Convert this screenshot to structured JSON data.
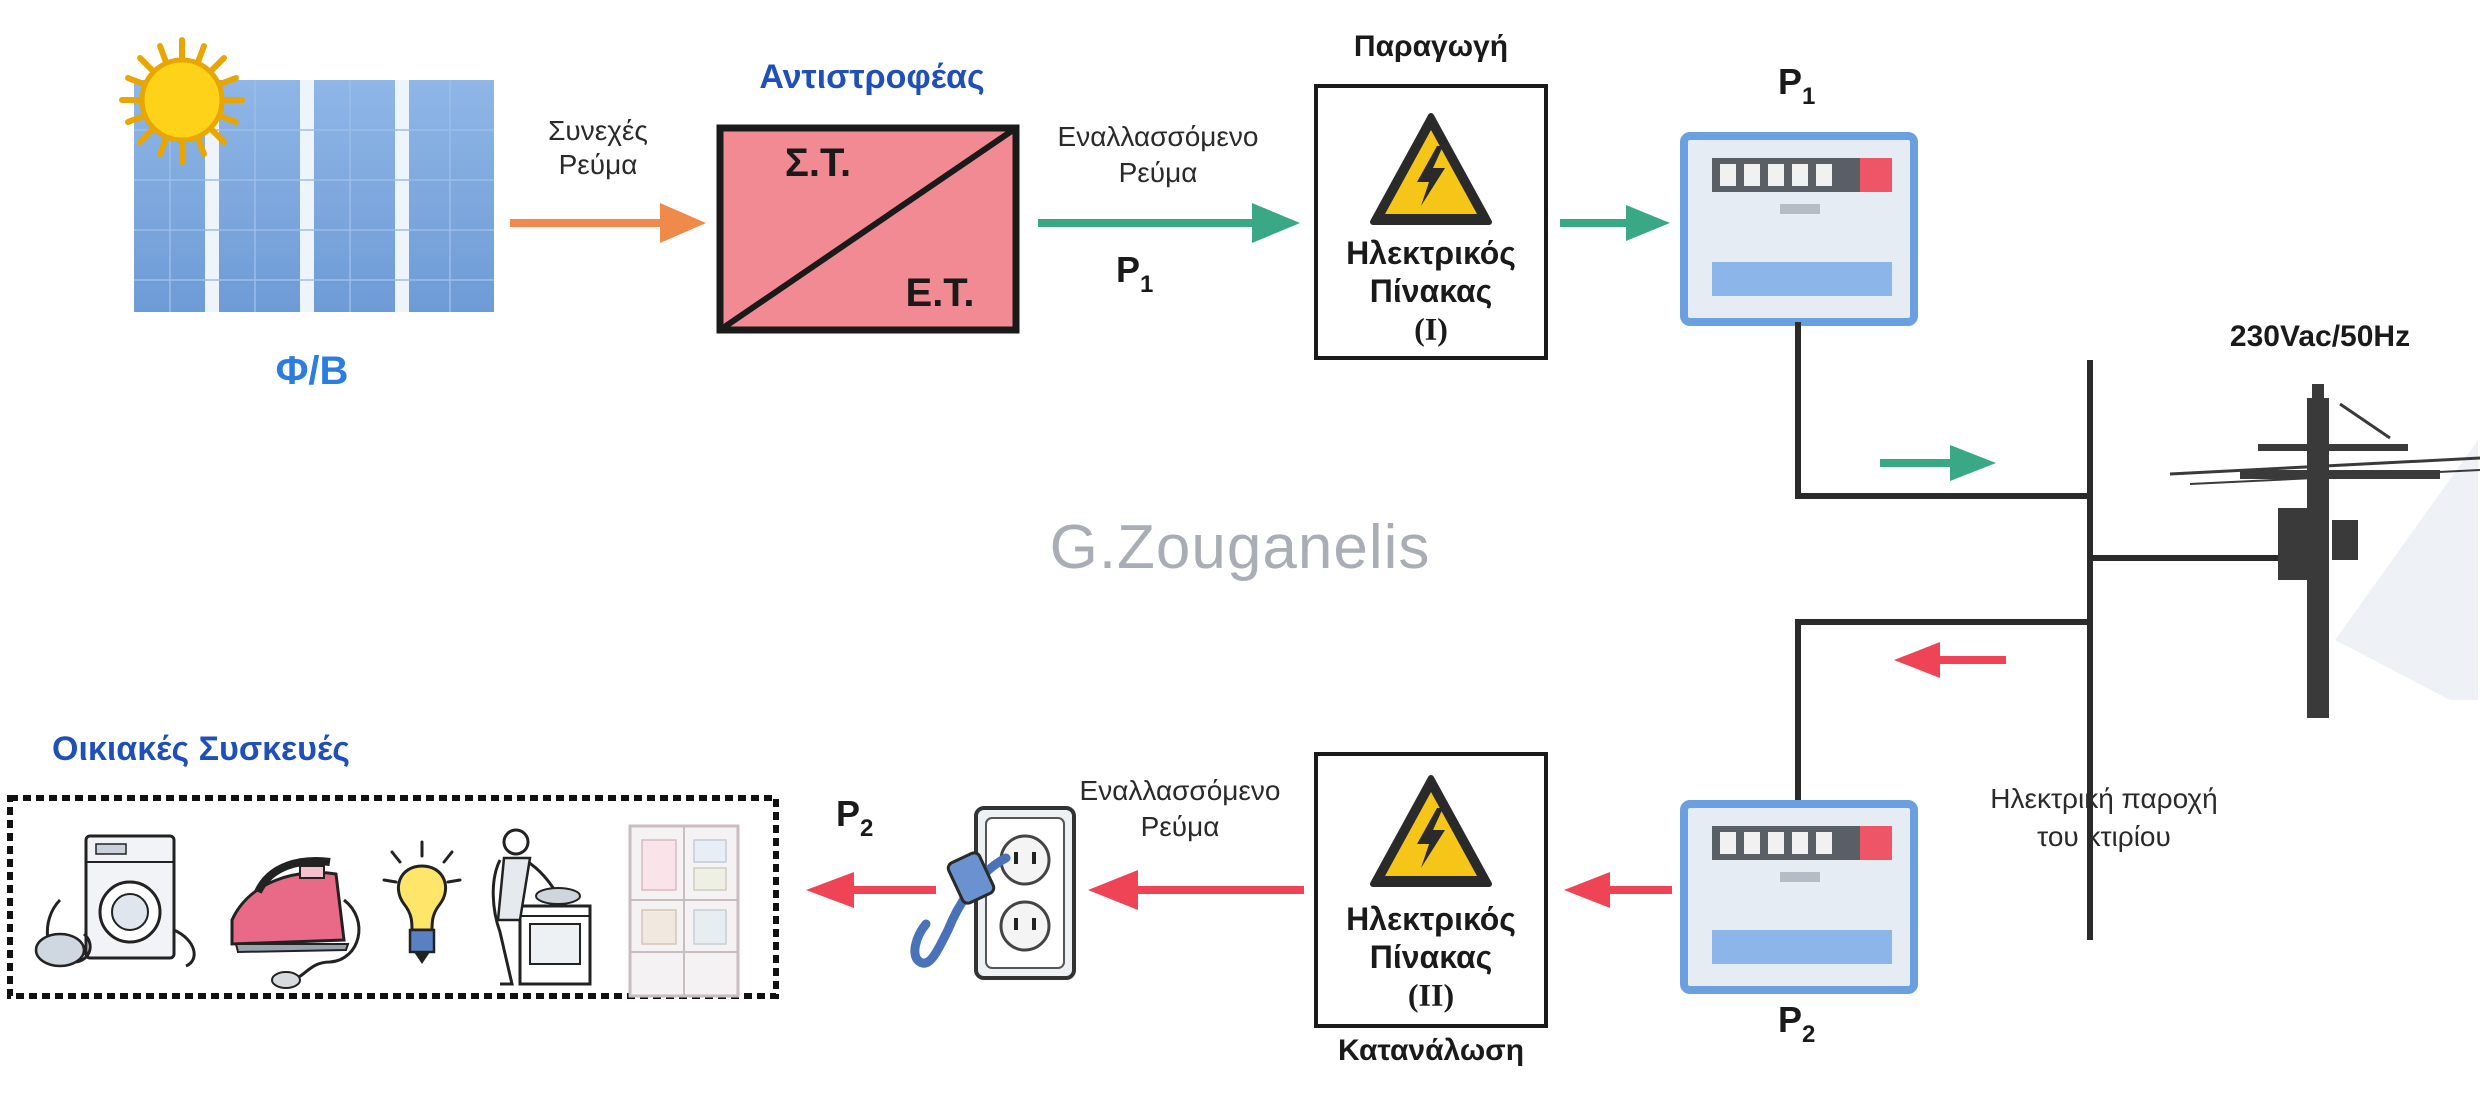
{
  "pv": {
    "label": "Φ/Β"
  },
  "dc_current": {
    "line1": "Συνεχές",
    "line2": "Ρεύμα"
  },
  "inverter": {
    "title": "Αντιστροφέας",
    "top_text": "Σ.Τ.",
    "bottom_text": "Ε.Τ."
  },
  "ac_current_top": {
    "line1": "Εναλλασσόμενο",
    "line2": "Ρεύμα"
  },
  "p1_symbol": "P",
  "p1_sub": "1",
  "production": {
    "title": "Παραγωγή",
    "line1": "Ηλεκτρικός",
    "line2": "Πίνακας",
    "line3": "(Ι)"
  },
  "meter1_label": {
    "main": "P",
    "sub": "1"
  },
  "grid": {
    "voltage": "230Vac/50Hz",
    "line1": "Ηλεκτρική παροχή",
    "line2": "του κτιρίου"
  },
  "watermark": "G.Zouganelis",
  "appliances": {
    "title": "Οικιακές Συσκευές"
  },
  "p2_symbol": "P",
  "p2_sub": "2",
  "ac_current_bottom": {
    "line1": "Εναλλασσόμενο",
    "line2": "Ρεύμα"
  },
  "consumption": {
    "title": "Κατανάλωση",
    "line1": "Ηλεκτρικός",
    "line2": "Πίνακας",
    "line3": "(ΙΙ)"
  },
  "meter2_label": {
    "main": "P",
    "sub": "2"
  },
  "colors": {
    "dc_arrow": "#f08a4b",
    "production_arrow": "#3aa884",
    "consumption_arrow": "#ee4455",
    "inverter_fill": "#f28a93",
    "pv_panel": "#7aa7de",
    "meter_frame": "#6aa0e0",
    "title_blue": "#1f4fb8",
    "pv_label_blue": "#2b7de0"
  },
  "icons": [
    "sun-icon",
    "solar-panel-icon",
    "warning-lightning-icon",
    "electric-meter-icon",
    "utility-pole-icon",
    "wall-outlet-plug-icon",
    "washing-machine-icon",
    "iron-icon",
    "light-bulb-icon",
    "cooking-stove-icon",
    "refrigerator-icon"
  ]
}
